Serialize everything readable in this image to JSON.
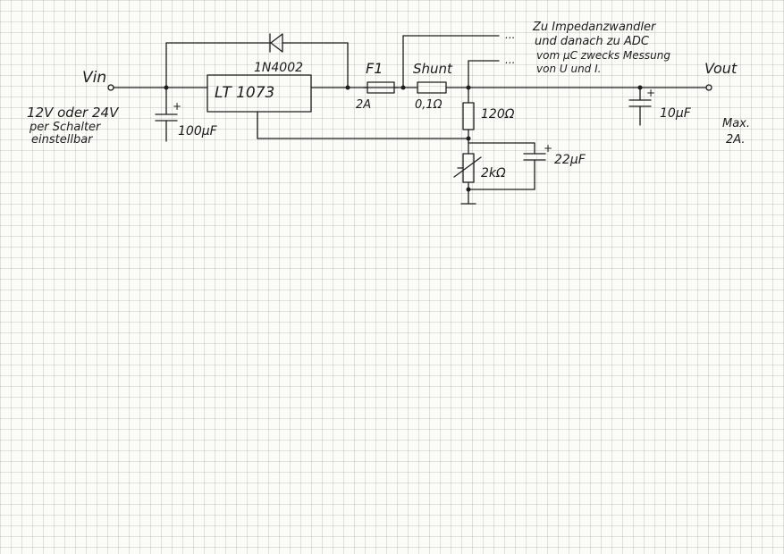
{
  "labels": {
    "vin": "Vin",
    "vout": "Vout",
    "input_note_1": "12V oder 24V",
    "input_note_2": "per Schalter",
    "input_note_3": "einstellbar",
    "cap_in": "100μF",
    "regulator": "LT 1073",
    "diode": "1N4002",
    "fuse": "F1",
    "fuse_value": "2A",
    "shunt": "Shunt",
    "shunt_value": "0,1Ω",
    "r_top": "120Ω",
    "r_pot": "2kΩ",
    "cap_adj": "22μF",
    "cap_out": "10μF",
    "max_1": "Max.",
    "max_2": "2A.",
    "note_1": "Zu Impedanzwandler",
    "note_2": "und danach zu ADC",
    "note_3": "vom μC zwecks Messung",
    "note_4": "von U und I.",
    "ellipsis": "...",
    "plus": "+"
  }
}
